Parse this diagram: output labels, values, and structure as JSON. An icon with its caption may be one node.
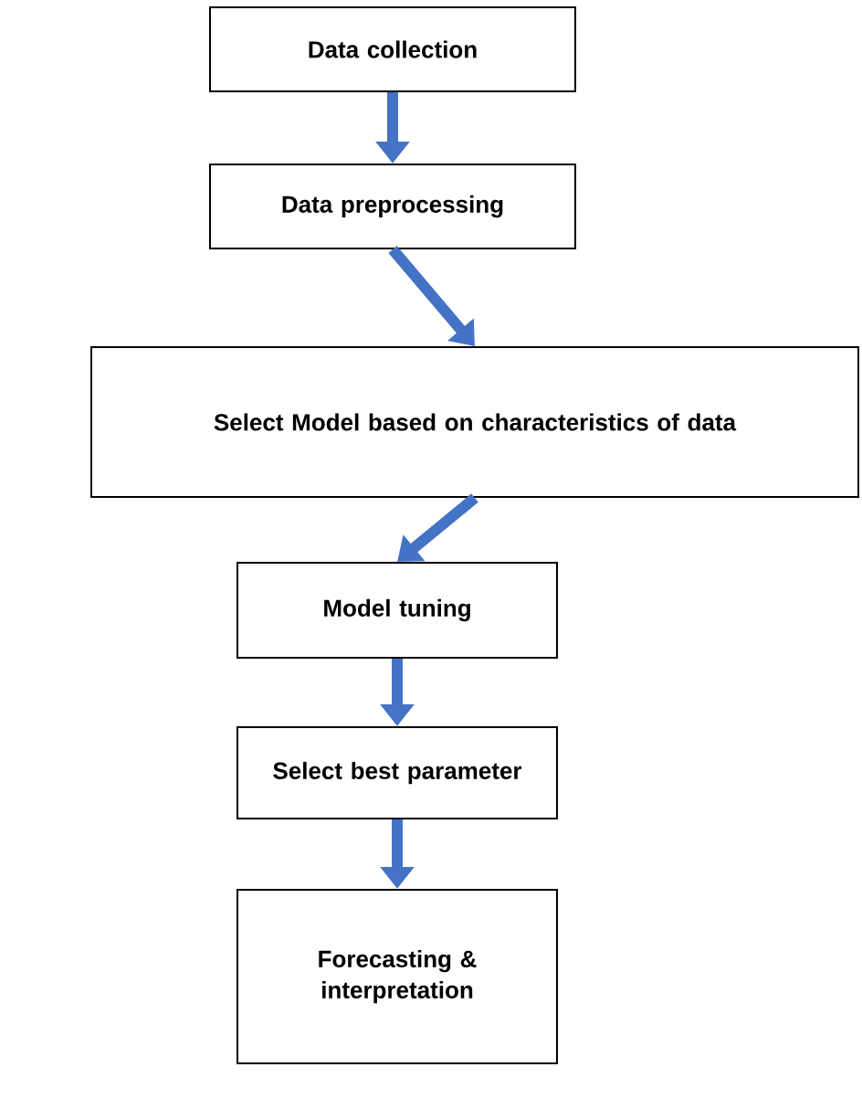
{
  "diagram": {
    "nodes": [
      {
        "text": [
          "Data collection"
        ]
      },
      {
        "text": [
          "Data preprocessing"
        ]
      },
      {
        "text": [
          "Select Model based on characteristics of data"
        ]
      },
      {
        "text": [
          "Model tuning"
        ]
      },
      {
        "text": [
          "Select best parameter"
        ]
      },
      {
        "text": [
          "Forecasting & interpretation"
        ]
      }
    ],
    "edges": [
      {
        "from": 0,
        "to": 1,
        "arrow": "to",
        "color": "#4472c4"
      },
      {
        "from": 1,
        "to": 2,
        "arrow": "to",
        "color": "#4472c4"
      },
      {
        "from": 2,
        "to": 3,
        "arrow": "to",
        "color": "#4472c4"
      },
      {
        "from": 3,
        "to": 4,
        "arrow": "to",
        "color": "#4472c4"
      },
      {
        "from": 4,
        "to": 5,
        "arrow": "to",
        "color": "#4472c4"
      }
    ]
  }
}
